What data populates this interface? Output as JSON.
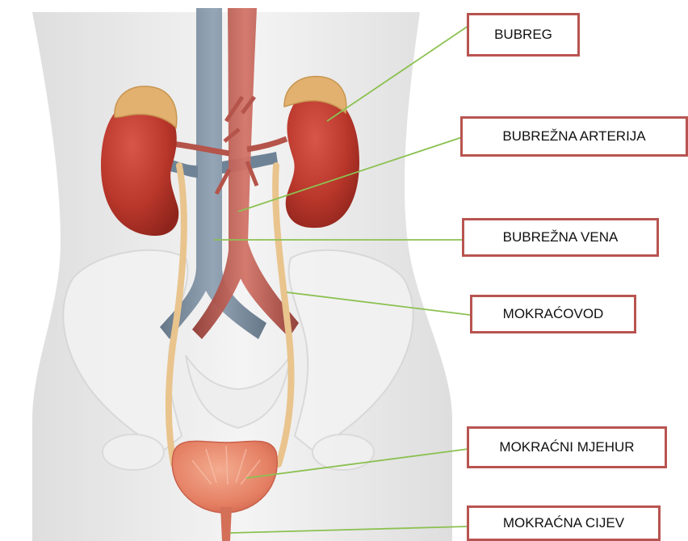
{
  "labels": {
    "bubreg": "BUBREG",
    "arterija": "BUBREŽNA ARTERIJA",
    "vena": "BUBREŽNA VENA",
    "mokracovod": "MOKRAĆOVOD",
    "mjehur": "MOKRAĆNI MJEHUR",
    "cijev": "MOKRAĆNA CIJEV"
  },
  "colors": {
    "label_border": "#b85450",
    "leader_line": "#8cc152",
    "kidney": "#b8362a",
    "artery": "#b5544a",
    "vein": "#6f8396",
    "ureter": "#e9c48d",
    "bladder": "#e98a6e",
    "adrenal": "#e2b06f",
    "body": "#ececec"
  }
}
